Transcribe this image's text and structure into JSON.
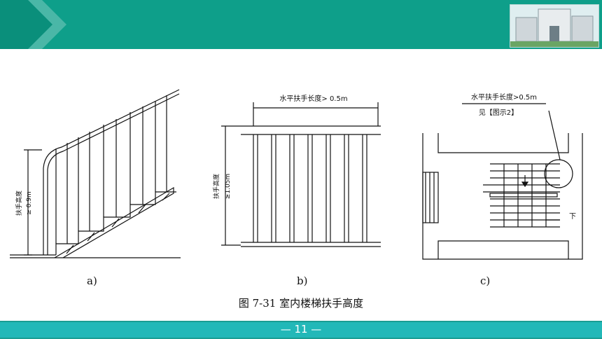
{
  "header": {
    "logo_icon": "building-photo-icon",
    "accent": "#0e9f8a"
  },
  "figure": {
    "a": {
      "label": "a)",
      "dim_vertical_title": "扶手高度",
      "dim_vertical_value": "≥ 0.9m"
    },
    "b": {
      "label": "b)",
      "dim_horizontal": "水平扶手长度> 0.5m",
      "dim_vertical_title": "扶手高度",
      "dim_vertical_value": "≥1.05m"
    },
    "c": {
      "label": "c)",
      "dim_horizontal": "水平扶手长度>0.5m",
      "note": "见【图示2】",
      "direction": "下"
    },
    "title": "图 7-31 室内楼梯扶手高度"
  },
  "footer": {
    "page_text": "— 11 —",
    "color": "#22b8b8"
  }
}
